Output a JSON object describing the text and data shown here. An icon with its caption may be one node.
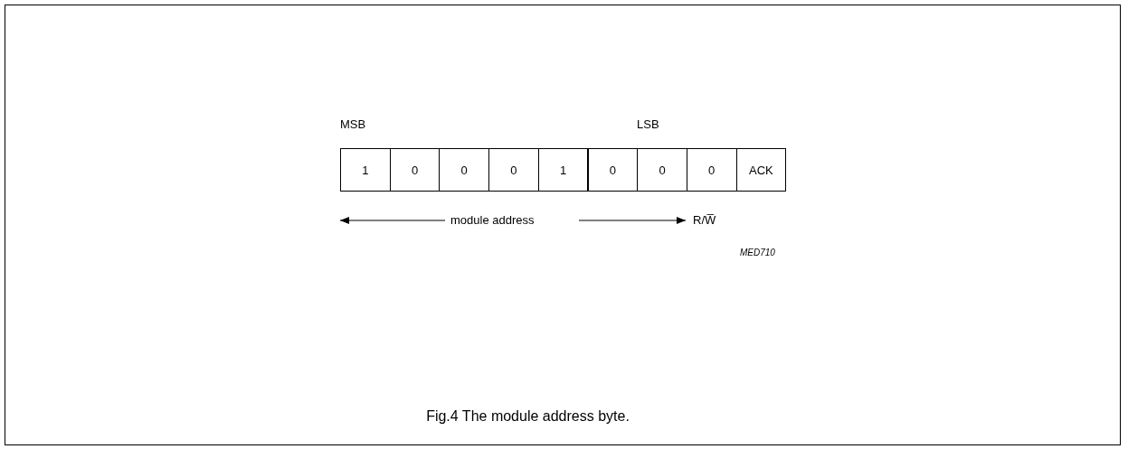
{
  "diagram": {
    "caption": "Fig.4  The module address byte.",
    "nodes": [
      {
        "text": [
          "1"
        ]
      },
      {
        "text": [
          "0"
        ]
      },
      {
        "text": [
          "0"
        ]
      },
      {
        "text": [
          "0"
        ]
      },
      {
        "text": [
          "1"
        ]
      },
      {
        "text": [
          "0"
        ]
      },
      {
        "text": [
          "0"
        ]
      },
      {
        "text": [
          "0"
        ]
      },
      {
        "text": [
          "ACK"
        ]
      }
    ],
    "labels": [
      "MSB",
      "LSB",
      "module address",
      "R/W̅",
      "MED710"
    ]
  }
}
